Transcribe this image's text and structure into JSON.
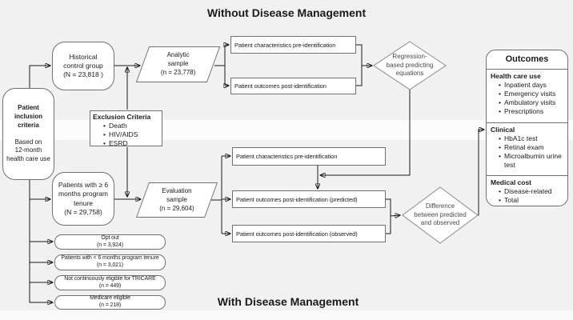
{
  "titles": {
    "top": "Without Disease Management",
    "bottom": "With Disease Management"
  },
  "nodes": {
    "patient_inclusion": {
      "heading": "Patient\ninclusion\ncriteria",
      "body": "Based on\n12-month\nhealth care use"
    },
    "historical_group": {
      "label": "Historical\ncontrol group\n(N = 23,818 )"
    },
    "analytic_sample": {
      "label": "Analytic\nsample\n(n = 23,778)"
    },
    "pre_id_top": {
      "label": "Patient characteristics pre-identification"
    },
    "post_id_top": {
      "label": "Patient outcomes post-identification"
    },
    "regression": {
      "label": "Regression-\nbased predicting\nequations"
    },
    "exclusion": {
      "heading": "Exclusion Criteria",
      "items": [
        "Death",
        "HIV/AIDS",
        "ESRD"
      ]
    },
    "patients_6mo": {
      "label": "Patients with ≥ 6\nmonths program\ntenure\n(N = 29,758)"
    },
    "evaluation_sample": {
      "label": "Evaluation\nsample\n(n = 29,604)"
    },
    "pre_id_bottom": {
      "label": "Patient characteristics pre-identification"
    },
    "predicted": {
      "label": "Patient outcomes post-identification (predicted)"
    },
    "observed": {
      "label": "Patient outcomes post-identification (observed)"
    },
    "difference": {
      "label": "Difference\nbetween predicted\nand observed"
    },
    "excluded": [
      {
        "label": "Opt out",
        "n": "(n = 3,924)"
      },
      {
        "label": "Patients with < 6 months program tenure",
        "n": "(n = 3,021)"
      },
      {
        "label": "Not continuously eligible for TRICARE",
        "n": "(n = 449)"
      },
      {
        "label": "Medicare eligible",
        "n": "(n = 218)"
      }
    ]
  },
  "outcomes": {
    "title": "Outcomes",
    "sections": [
      {
        "heading": "Health care use",
        "items": [
          "Inpatient days",
          "Emergency visits",
          "Ambulatory visits",
          "Prescriptions"
        ]
      },
      {
        "heading": "Clinical",
        "items": [
          "HbA1c test",
          "Retinal exam",
          "Microalbumin urine test"
        ]
      },
      {
        "heading": "Medical cost",
        "items": [
          "Disease-related",
          "Total"
        ]
      }
    ]
  },
  "colors": {
    "background": "#f1f1f1",
    "highlight_band": "#fcfcfc",
    "box_fill": "#ffffff",
    "box_border": "#707070",
    "diamond_border": "#8a8a8a",
    "line": "#1a1a1a",
    "text": "#1a1a1a"
  }
}
